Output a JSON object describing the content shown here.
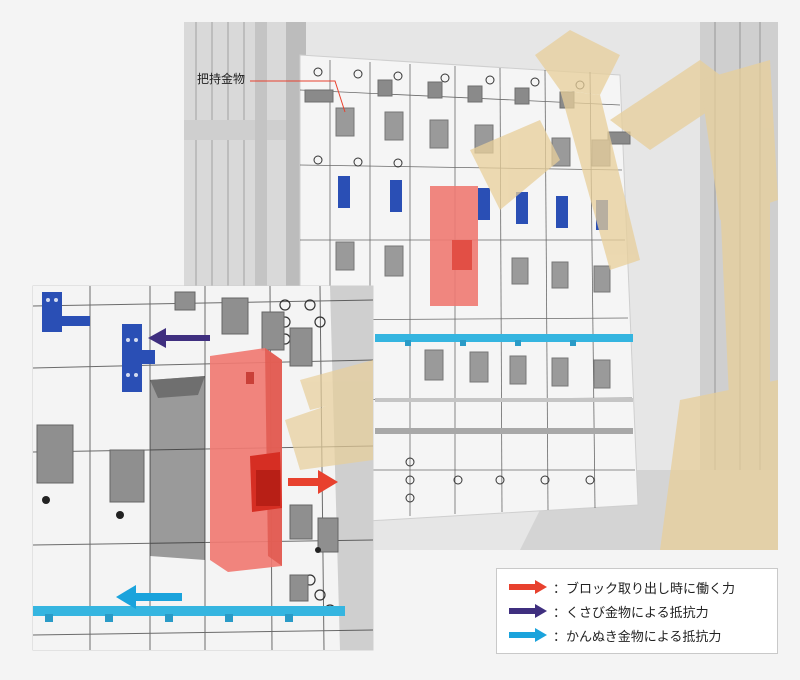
{
  "callout": {
    "text": "把持金物"
  },
  "legend": {
    "items": [
      {
        "label": "：ブロック取り出し時に働く力",
        "color": "#e8412e"
      },
      {
        "label": "：くさび金物による抵抗力",
        "color": "#3f2f7f"
      },
      {
        "label": "：かんぬき金物による抵抗力",
        "color": "#1aa3dc"
      }
    ]
  },
  "colors": {
    "wall": "#f2f2f2",
    "wedge_fitting": "#2a4fb5",
    "bolt_fitting": "#35b5e0",
    "block": "#f07a72",
    "holding_fitting": "#8a8a8a",
    "crane": "#e8cf9a"
  }
}
